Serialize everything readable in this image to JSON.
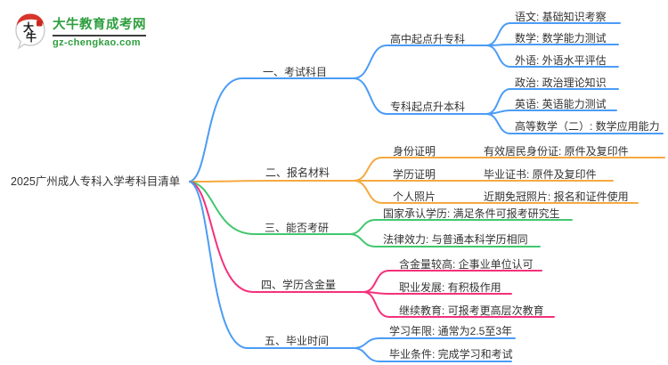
{
  "logo": {
    "icon_text": "大牛",
    "site_name": "大牛教育成考网",
    "site_url": "gz-chengkao.com",
    "brand_color": "#2e9e3e"
  },
  "root": {
    "title": "2025广州成人专科入学考科目清单"
  },
  "colors": {
    "branch_blue": "#4b9cf6",
    "branch_orange": "#f5a93f",
    "branch_green": "#42c770",
    "branch_pink": "#f5307c",
    "text": "#333333"
  },
  "branches": [
    {
      "label": "一、考试科目",
      "color": "#4b9cf6",
      "children": [
        {
          "label": "高中起点升专科",
          "children": [
            {
              "label": "语文: 基础知识考察"
            },
            {
              "label": "数学: 数学能力测试"
            },
            {
              "label": "外语: 外语水平评估"
            }
          ]
        },
        {
          "label": "专科起点升本科",
          "children": [
            {
              "label": "政治: 政治理论知识"
            },
            {
              "label": "英语: 英语能力测试"
            },
            {
              "label": "高等数学（二）: 数学应用能力"
            }
          ]
        }
      ]
    },
    {
      "label": "二、报名材料",
      "color": "#f5a93f",
      "children": [
        {
          "label": "身份证明",
          "children": [
            {
              "label": "有效居民身份证: 原件及复印件"
            }
          ]
        },
        {
          "label": "学历证明",
          "children": [
            {
              "label": "毕业证书: 原件及复印件"
            }
          ]
        },
        {
          "label": "个人照片",
          "children": [
            {
              "label": "近期免冠照片: 报名和证件使用"
            }
          ]
        }
      ]
    },
    {
      "label": "三、能否考研",
      "color": "#42c770",
      "children": [
        {
          "label": "国家承认学历: 满足条件可报考研究生"
        },
        {
          "label": "法律效力: 与普通本科学历相同"
        }
      ]
    },
    {
      "label": "四、学历含金量",
      "color": "#f5307c",
      "children": [
        {
          "label": "含金量较高: 企事业单位认可"
        },
        {
          "label": "职业发展: 有积极作用"
        },
        {
          "label": "继续教育: 可报考更高层次教育"
        }
      ]
    },
    {
      "label": "五、毕业时间",
      "color": "#4b9cf6",
      "children": [
        {
          "label": "学习年限: 通常为2.5至3年"
        },
        {
          "label": "毕业条件: 完成学习和考试"
        }
      ]
    }
  ]
}
